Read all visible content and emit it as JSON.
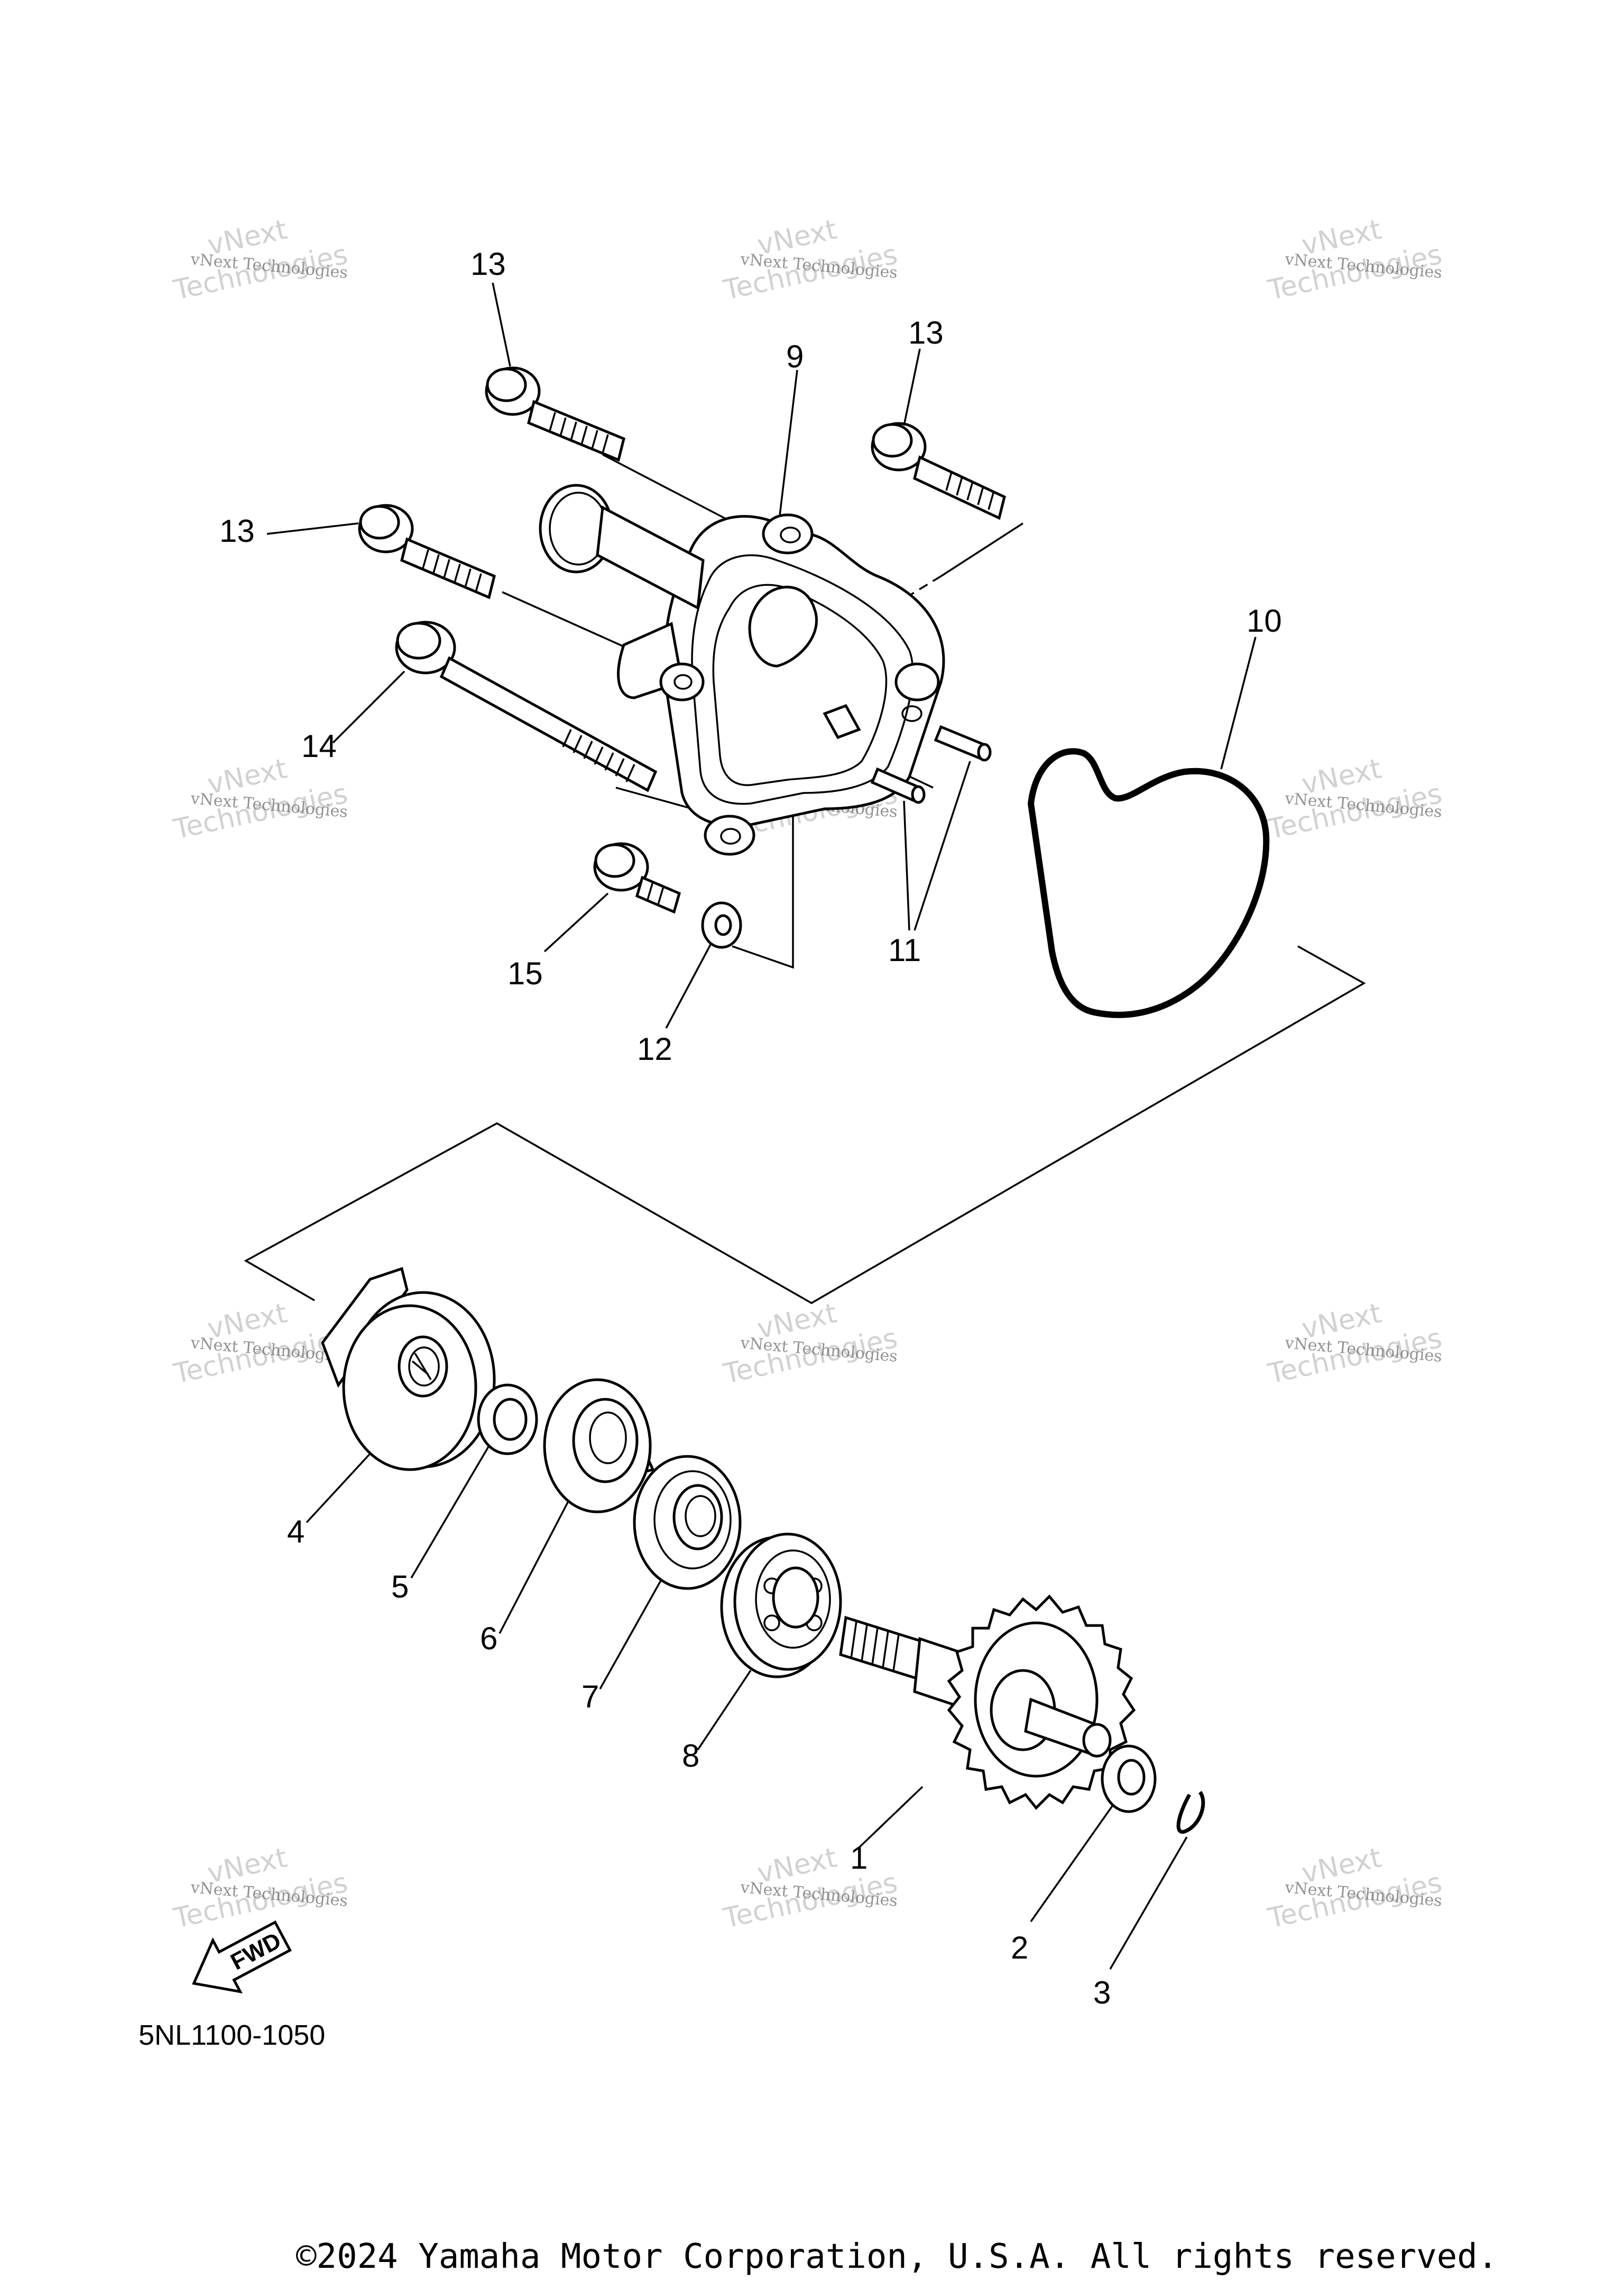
{
  "diagram": {
    "drawing_code": "5NL1100-1050",
    "fwd_label": "FWD",
    "copyright": "©2024 Yamaha Motor Corporation, U.S.A. All rights reserved.",
    "watermark_line1": "vNext Technologies",
    "watermark_line2": "Technologies",
    "watermark_line3": "vNext",
    "callouts": {
      "c1": "1",
      "c2": "2",
      "c3": "3",
      "c4": "4",
      "c5": "5",
      "c6": "6",
      "c7": "7",
      "c8": "8",
      "c9": "9",
      "c10": "10",
      "c11": "11",
      "c12": "12",
      "c13a": "13",
      "c13b": "13",
      "c13c": "13",
      "c14": "14",
      "c15": "15"
    }
  }
}
